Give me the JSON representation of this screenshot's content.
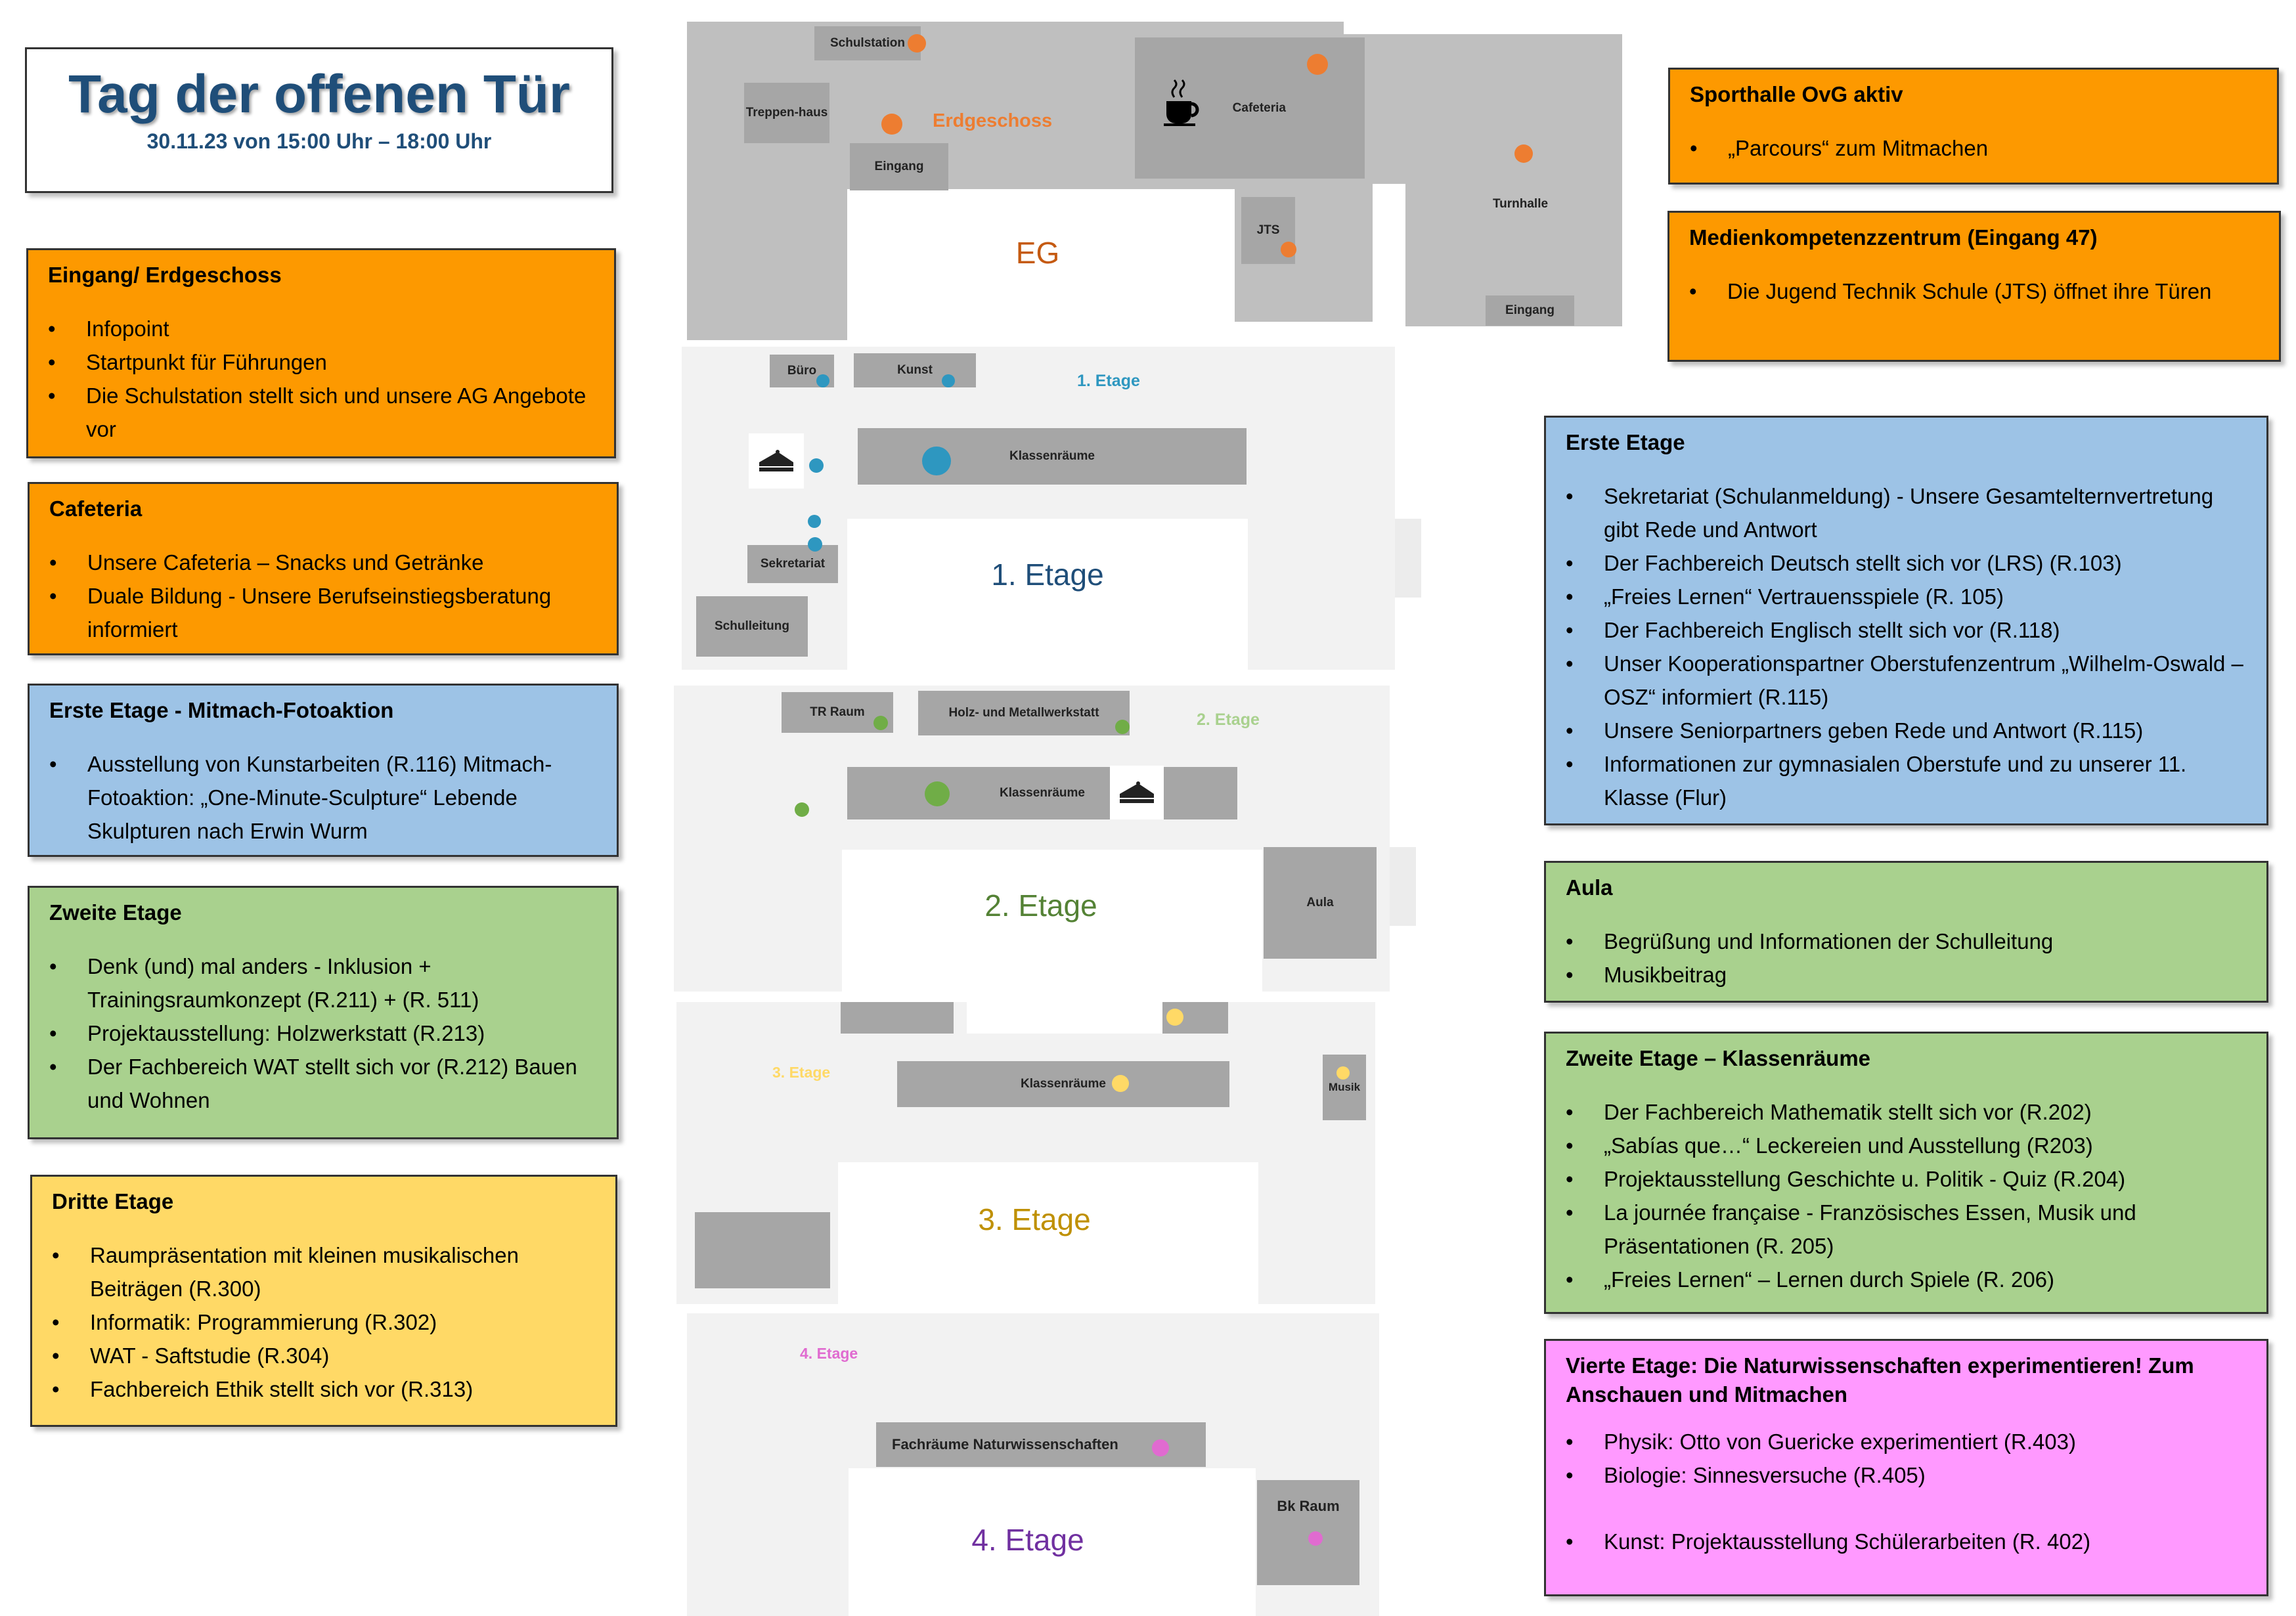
{
  "title": {
    "main": "Tag der offenen Tür",
    "sub": "30.11.23 von 15:00 Uhr – 18:00 Uhr"
  },
  "boxes": {
    "eingang": {
      "heading": "Eingang/ Erdgeschoss",
      "items": [
        "Infopoint",
        "Startpunkt für Führungen",
        "Die Schulstation stellt sich und unsere AG Angebote vor"
      ]
    },
    "cafeteria": {
      "heading": "Cafeteria",
      "items": [
        "Unsere Cafeteria  – Snacks und Getränke",
        "Duale Bildung  - Unsere Berufseinstiegsberatung informiert"
      ]
    },
    "foto": {
      "heading": "Erste Etage - Mitmach-Fotoaktion",
      "items": [
        "Ausstellung von Kunstarbeiten (R.116) Mitmach-Fotoaktion:  „One-Minute-Sculpture“ Lebende Skulpturen nach Erwin Wurm"
      ]
    },
    "zweite": {
      "heading": "Zweite Etage",
      "items": [
        "Denk (und) mal anders - Inklusion + Trainingsraumkonzept (R.211) + (R. 511)",
        "Projektausstellung: Holzwerkstatt  (R.213)",
        "Der Fachbereich WAT stellt sich vor (R.212) Bauen und Wohnen"
      ]
    },
    "dritte": {
      "heading": "Dritte Etage",
      "items": [
        "Raumpräsentation mit kleinen musikalischen Beiträgen (R.300)",
        "Informatik:  Programmierung (R.302)",
        "WAT - Saftstudie (R.304)",
        "Fachbereich Ethik stellt sich vor (R.313)"
      ]
    },
    "sporthalle": {
      "heading": "Sporthalle OvG aktiv",
      "items": [
        "„Parcours“ zum Mitmachen"
      ]
    },
    "medien": {
      "heading": "Medienkompetenzzentrum   (Eingang 47)",
      "items": [
        "Die Jugend Technik Schule (JTS) öffnet ihre Türen"
      ]
    },
    "erste": {
      "heading": "Erste Etage",
      "items": [
        "Sekretariat (Schulanmeldung) - Unsere Gesamtelternvertretung gibt Rede und Antwort",
        "Der Fachbereich Deutsch stellt sich vor (LRS) (R.103)",
        " „Freies Lernen“  Vertrauensspiele (R. 105)",
        "Der Fachbereich Englisch stellt sich vor (R.118)",
        "Unser Kooperationspartner Oberstufenzentrum „Wilhelm-Oswald –  OSZ“ informiert (R.115)",
        "Unsere Seniorpartners geben Rede und Antwort (R.115)",
        "Informationen zur gymnasialen Oberstufe und zu unserer  11. Klasse (Flur)"
      ]
    },
    "aula": {
      "heading": "Aula",
      "items": [
        "Begrüßung und Informationen  der Schulleitung",
        "Musikbeitrag"
      ]
    },
    "klassen": {
      "heading": "Zweite Etage – Klassenräume",
      "items": [
        "Der Fachbereich Mathematik stellt sich vor (R.202)",
        " „Sabías que…“ Leckereien und  Ausstellung  (R203)",
        "Projektausstellung Geschichte u. Politik - Quiz (R.204)",
        "La journée française - Französisches Essen, Musik und Präsentationen (R. 205)",
        "„Freies Lernen“ – Lernen durch Spiele (R. 206)"
      ]
    },
    "vierte": {
      "heading": "Vierte Etage: Die Naturwissenschaften experimentieren! Zum Anschauen und Mitmachen",
      "items": [
        "Physik: Otto von Guericke experimentiert (R.403)",
        "Biologie: Sinnesversuche  (R.405)",
        "Kunst: Projektausstellung Schülerarbeiten (R. 402)"
      ]
    }
  },
  "map": {
    "eg": {
      "label": "EG",
      "sublabel": "Erdgeschoss",
      "rooms": {
        "schulstation": "Schulstation",
        "treppenhaus": "Treppen-haus",
        "eingang": "Eingang",
        "cafeteria": "Cafeteria",
        "jts": "JTS",
        "turnhalle": "Turnhalle",
        "eingang2": "Eingang"
      },
      "color": "#ed7d31",
      "label_color": "#c55a11",
      "icon": "coffee-cup-icon"
    },
    "e1": {
      "label": "1. Etage",
      "sublabel": "1. Etage",
      "rooms": {
        "buero": "Büro",
        "kunst": "Kunst",
        "klassen": "Klassenräume",
        "sekretariat": "Sekretariat",
        "schulleitung": "Schulleitung"
      },
      "color": "#2e97c0",
      "label_color": "#1f4e79",
      "icon": "cake-icon"
    },
    "e2": {
      "label": "2. Etage",
      "sublabel": "2. Etage",
      "rooms": {
        "tr": "TR Raum",
        "holz": "Holz- und Metallwerkstatt",
        "klassen": "Klassenräume",
        "aula": "Aula"
      },
      "color": "#70ad47",
      "label_color": "#548235",
      "icon": "cake-icon"
    },
    "e3": {
      "label": "3. Etage",
      "sublabel": "3. Etage",
      "rooms": {
        "klassen": "Klassenräume",
        "musik": "Musik"
      },
      "color": "#ffd966",
      "label_color": "#bf9000"
    },
    "e4": {
      "label": "4. Etage",
      "sublabel": "4. Etage",
      "rooms": {
        "fach": "Fachräume Naturwissenschaften",
        "bk": "Bk Raum"
      },
      "color": "#e06bd0",
      "label_color": "#7030a0"
    }
  }
}
